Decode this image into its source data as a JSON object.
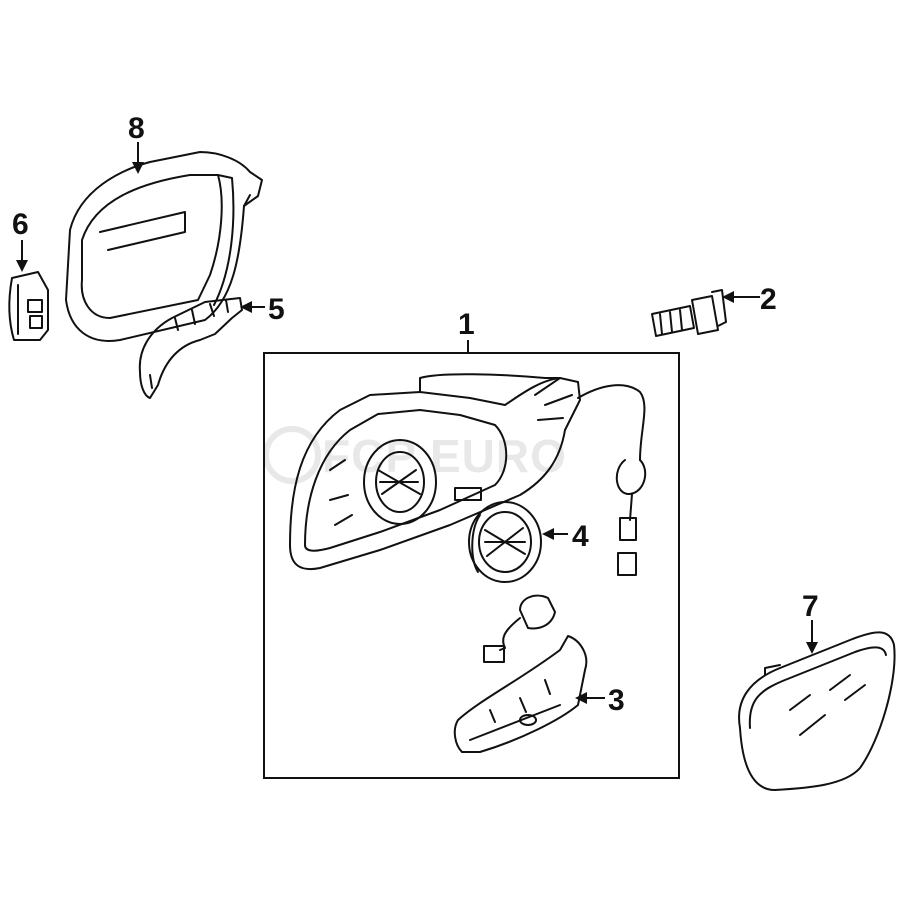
{
  "watermark": {
    "text": "FCP EURO"
  },
  "callouts": [
    {
      "id": "1",
      "label": "1"
    },
    {
      "id": "2",
      "label": "2"
    },
    {
      "id": "3",
      "label": "3"
    },
    {
      "id": "4",
      "label": "4"
    },
    {
      "id": "5",
      "label": "5"
    },
    {
      "id": "6",
      "label": "6"
    },
    {
      "id": "7",
      "label": "7"
    },
    {
      "id": "8",
      "label": "8"
    }
  ]
}
